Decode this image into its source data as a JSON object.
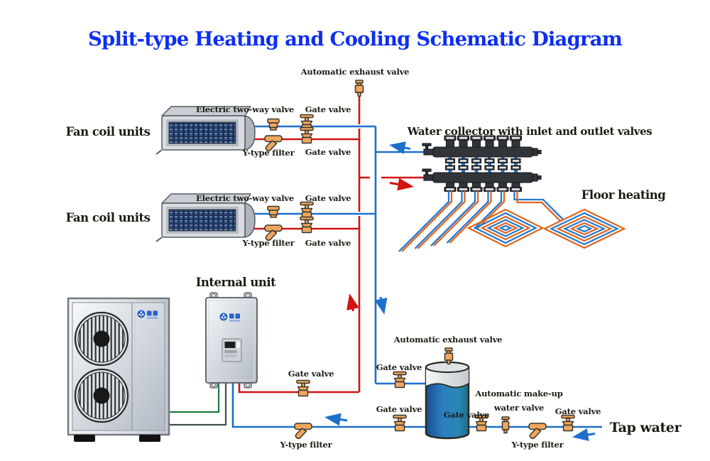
{
  "title": "Split-type Heating and Cooling Schematic Diagram",
  "labels": {
    "automatic_exhaust_valve": "Automatic exhaust valve",
    "electric_two_way_valve": "Electric two-way valve",
    "gate_valve": "Gate valve",
    "fan_coil_units": "Fan coil units",
    "y_type_filter": "Y-type filter",
    "water_collector": "Water collector with inlet and outlet valves",
    "floor_heating": "Floor heating",
    "internal_unit": "Internal unit",
    "automatic_makeup_line1": "Automatic make-up",
    "automatic_makeup_line2": "water valve",
    "tap_water": "Tap water"
  },
  "colors": {
    "title_blue": "#0d2ff2",
    "hot_pipe_red": "#d01512",
    "cold_pipe_blue": "#1e6fcb",
    "floor_hot_orange": "#e2641e",
    "floor_cold_blue": "#2579d0",
    "valve_orange": "#efa75f",
    "label_black": "#1b1b12",
    "tank_blue": "#1f62ae",
    "signal_green": "#1e7d3c",
    "signal_gray": "#41504e"
  }
}
